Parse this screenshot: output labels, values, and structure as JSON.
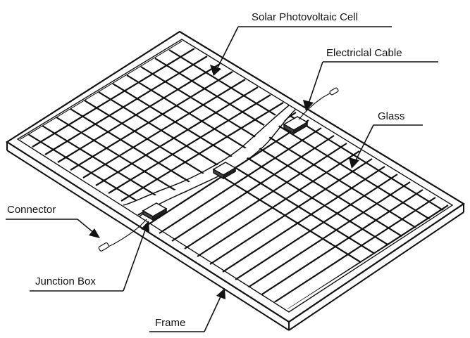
{
  "labels": {
    "solar_cell": "Solar Photovoltaic Cell",
    "cable": "Electriclal Cable",
    "glass": "Glass",
    "connector": "Connector",
    "junction_box": "Junction Box",
    "frame": "Frame"
  },
  "colors": {
    "line": "#111111",
    "background": "#ffffff"
  }
}
